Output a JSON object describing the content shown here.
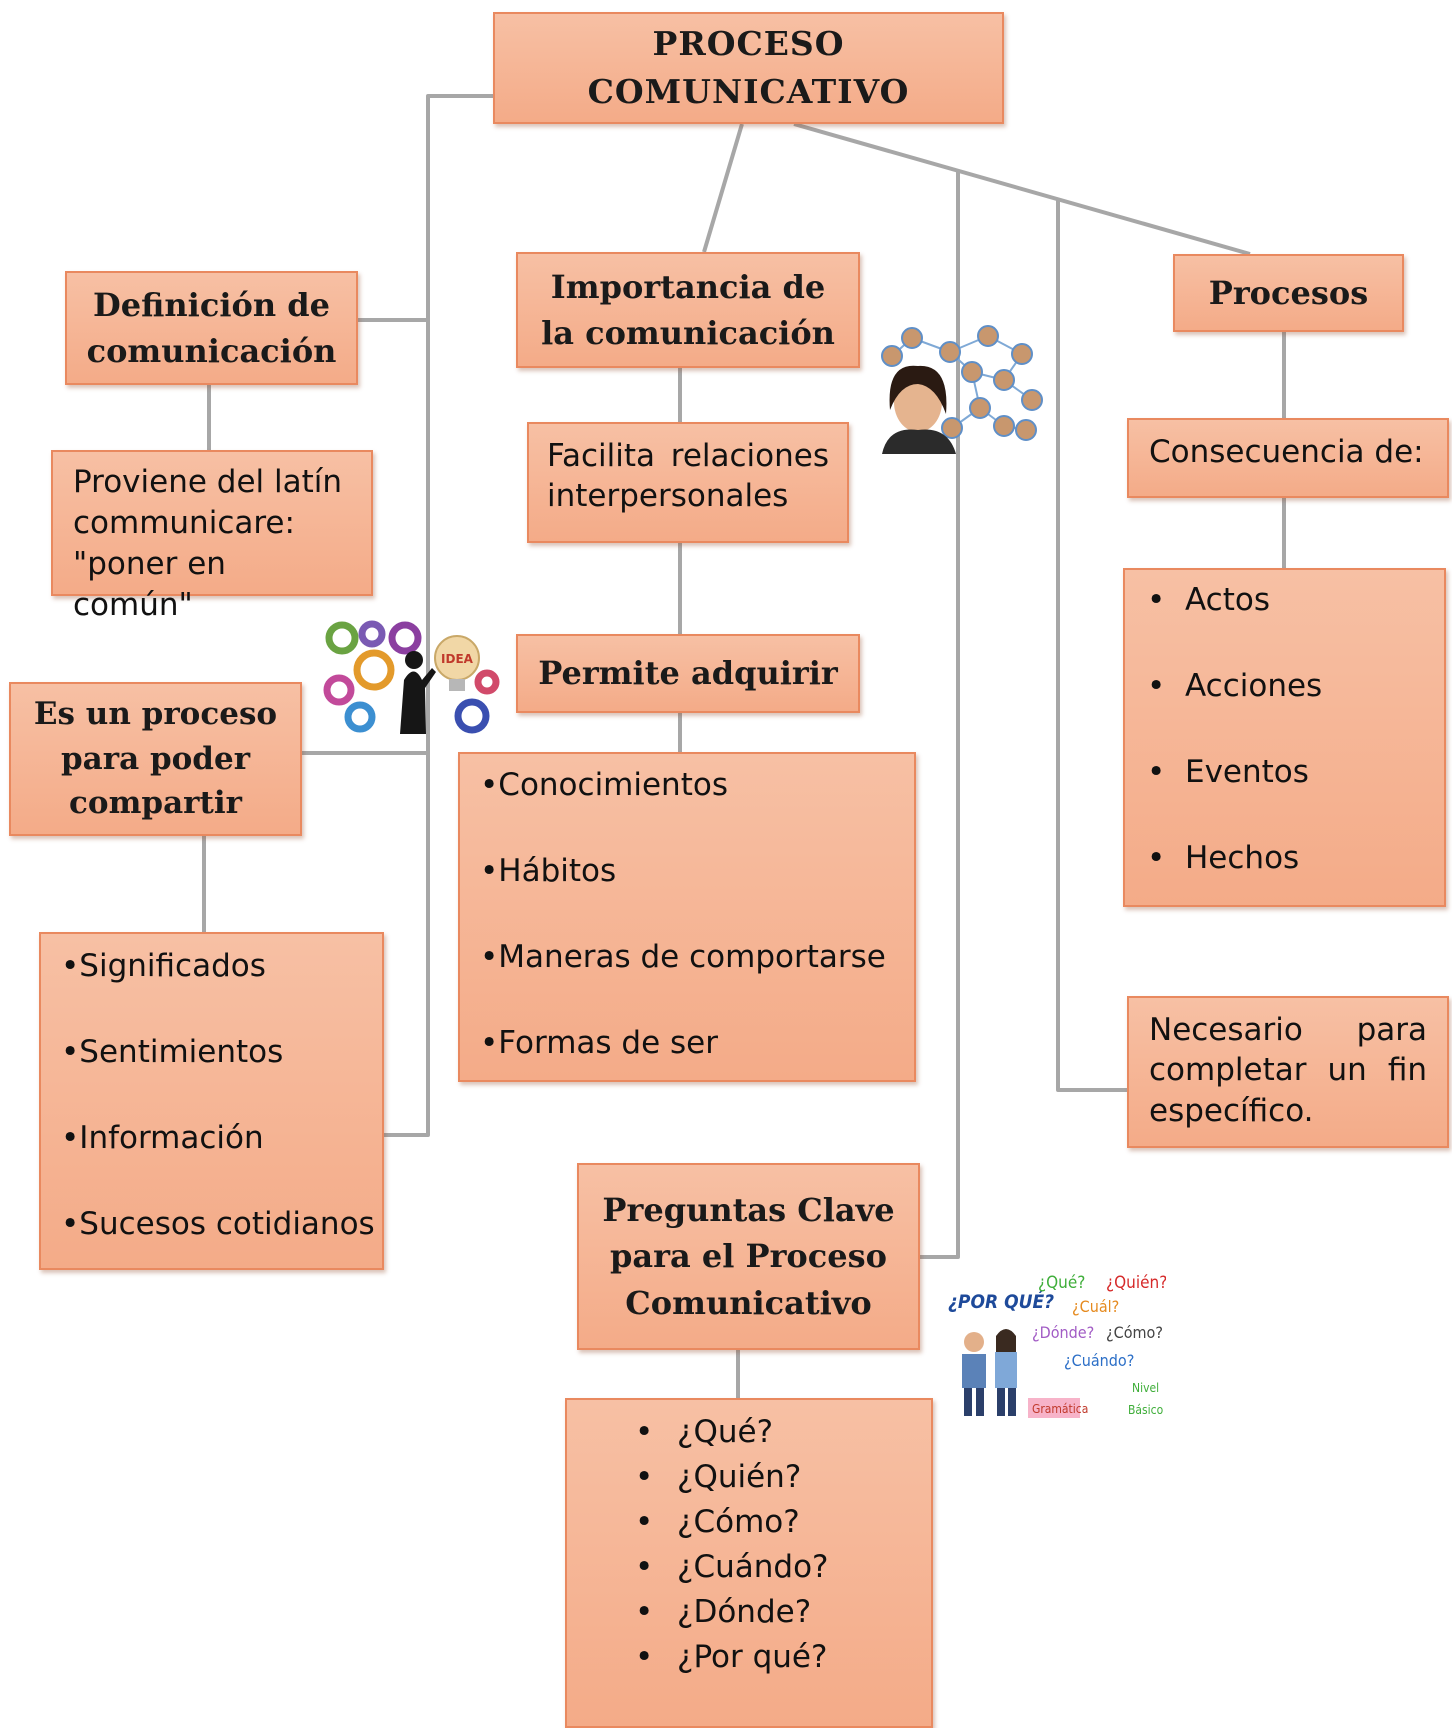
{
  "title": {
    "line1": "PROCESO",
    "line2": "COMUNICATIVO"
  },
  "definicion": {
    "header": {
      "line1": "Definición de",
      "line2": "comunicación"
    },
    "text": {
      "line1": "Proviene del latín",
      "line2": "communicare:",
      "line3": "\"poner en común\""
    }
  },
  "importancia": {
    "header": {
      "line1": "Importancia de",
      "line2": "la comunicación"
    },
    "text": {
      "line1": "Facilita  relaciones",
      "line2": "interpersonales"
    },
    "permite": "Permite adquirir",
    "items": [
      "Conocimientos",
      "Hábitos",
      "Maneras de comportarse",
      "Formas de ser"
    ]
  },
  "compartir": {
    "header": {
      "line1": "Es un proceso",
      "line2": "para poder",
      "line3": "compartir"
    },
    "items": [
      "Significados",
      "Sentimientos",
      "Información",
      "Sucesos cotidianos"
    ]
  },
  "procesos": {
    "header": "Procesos",
    "consecuencia": "Consecuencia de:",
    "items": [
      "Actos",
      "Acciones",
      "Eventos",
      "Hechos"
    ],
    "necesario": {
      "line1": "Necesario para",
      "line2": "completar un fin",
      "line3": "específico."
    }
  },
  "preguntas": {
    "header": {
      "line1": "Preguntas Clave",
      "line2": "para el Proceso",
      "line3": "Comunicativo"
    },
    "items": [
      "¿Qué?",
      "¿Quién?",
      "¿Cómo?",
      "¿Cuándo?",
      "¿Dónde?",
      "¿Por qué?"
    ]
  },
  "questions_image": {
    "words": [
      "¿POR QUÉ?",
      "¿Qué?",
      "¿Quién?",
      "¿Cuál?",
      "¿Dónde?",
      "¿Cómo?",
      "¿Cuándo?",
      "Gramática",
      "Nivel",
      "Básico"
    ]
  },
  "idea_image": {
    "word": "IDEA"
  },
  "colors": {
    "box_fill": "#f4ab88",
    "box_border": "#e9895f",
    "connector": "#a9a9a9"
  }
}
